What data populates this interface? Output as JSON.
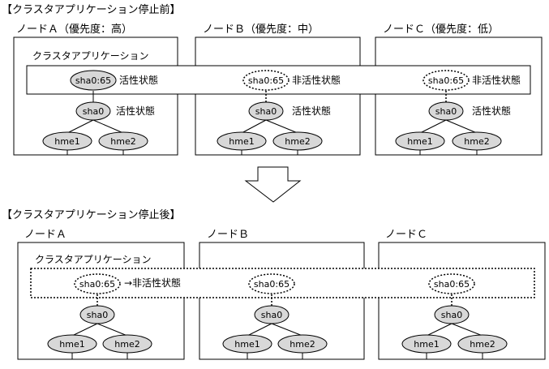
{
  "before": {
    "heading": "【クラスタアプリケーション停止前】",
    "cluster_label": "クラスタアプリケーション",
    "nodes": [
      {
        "title": "ノードＡ（優先度：高）",
        "virtual_if": "sha0:65",
        "virtual_state": "活性状態",
        "parent_if": "sha0",
        "parent_state": "活性状態",
        "nics": [
          "hme1",
          "hme2"
        ]
      },
      {
        "title": "ノードＢ（優先度：中）",
        "virtual_if": "sha0:65",
        "virtual_state": "非活性状態",
        "parent_if": "sha0",
        "parent_state": "活性状態",
        "nics": [
          "hme1",
          "hme2"
        ]
      },
      {
        "title": "ノードＣ（優先度：低）",
        "virtual_if": "sha0:65",
        "virtual_state": "非活性状態",
        "parent_if": "sha0",
        "parent_state": "活性状態",
        "nics": [
          "hme1",
          "hme2"
        ]
      }
    ]
  },
  "after": {
    "heading": "【クラスタアプリケーション停止後】",
    "cluster_label": "クラスタアプリケーション",
    "nodes": [
      {
        "title": "ノードＡ",
        "virtual_if": "sha0:65",
        "virtual_state": "→非活性状態",
        "parent_if": "sha0",
        "nics": [
          "hme1",
          "hme2"
        ]
      },
      {
        "title": "ノードＢ",
        "virtual_if": "sha0:65",
        "parent_if": "sha0",
        "nics": [
          "hme1",
          "hme2"
        ]
      },
      {
        "title": "ノードＣ",
        "virtual_if": "sha0:65",
        "parent_if": "sha0",
        "nics": [
          "hme1",
          "hme2"
        ]
      }
    ]
  }
}
